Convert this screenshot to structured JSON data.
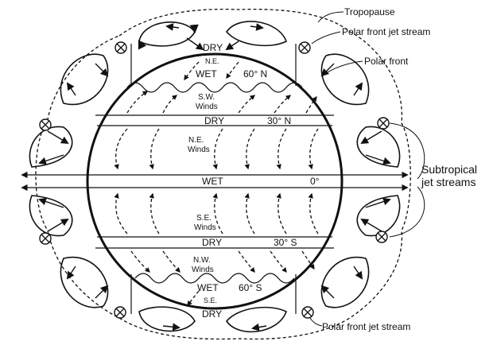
{
  "labels": {
    "tropopause": "Tropopause",
    "polar_jet_top": "Polar front jet stream",
    "polar_front": "Polar front",
    "subtropical_line1": "Subtropical",
    "subtropical_line2": "jet streams",
    "polar_jet_bottom": "Polar front jet stream"
  },
  "bands": {
    "dry_top": "DRY",
    "ne_top": "N.E.",
    "wet_north": "WET",
    "lat_60n": "60° N",
    "sw_winds_1": "S.W.",
    "sw_winds_2": "Winds",
    "dry_30n": "DRY",
    "lat_30n": "30° N",
    "ne_winds_1": "N.E.",
    "ne_winds_2": "Winds",
    "wet_equator": "WET",
    "lat_0": "0°",
    "se_winds_1": "S.E.",
    "se_winds_2": "Winds",
    "dry_30s": "DRY",
    "lat_30s": "30° S",
    "nw_winds_1": "N.W.",
    "nw_winds_2": "Winds",
    "wet_south": "WET",
    "lat_60s": "60° S",
    "se_bottom": "S.E.",
    "dry_bottom": "DRY"
  },
  "jet_symbol": "circle-x-icon"
}
